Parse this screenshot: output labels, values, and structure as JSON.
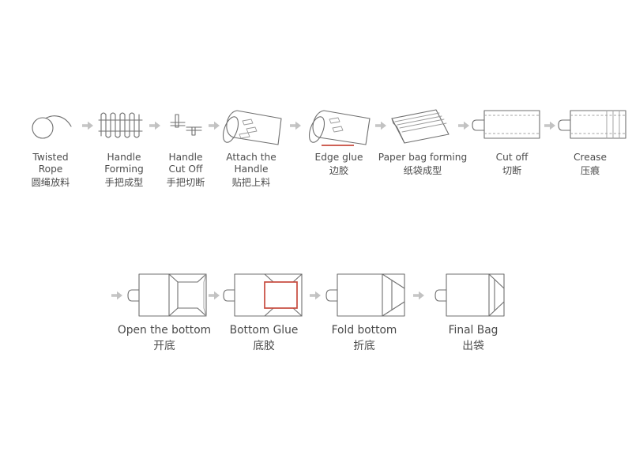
{
  "row1": [
    {
      "id": "twisted-rope",
      "en": [
        "Twisted",
        "Rope"
      ],
      "zh": "圆绳放料"
    },
    {
      "id": "handle-forming",
      "en": [
        "Handle",
        "Forming"
      ],
      "zh": "手把成型"
    },
    {
      "id": "handle-cut-off",
      "en": [
        "Handle",
        "Cut Off"
      ],
      "zh": "手把切断"
    },
    {
      "id": "attach-handle",
      "en": [
        "Attach the",
        "Handle"
      ],
      "zh": "贴把上料"
    },
    {
      "id": "edge-glue",
      "en": [
        "Edge glue"
      ],
      "zh": "边胶"
    },
    {
      "id": "paper-bag-forming",
      "en": [
        "Paper bag forming"
      ],
      "zh": "纸袋成型"
    },
    {
      "id": "cut-off",
      "en": [
        "Cut off"
      ],
      "zh": "切断"
    },
    {
      "id": "crease",
      "en": [
        "Crease"
      ],
      "zh": "压痕"
    }
  ],
  "row2": [
    {
      "id": "open-bottom",
      "en": [
        "Open the bottom"
      ],
      "zh": "开底"
    },
    {
      "id": "bottom-glue",
      "en": [
        "Bottom Glue"
      ],
      "zh": "底胶"
    },
    {
      "id": "fold-bottom",
      "en": [
        "Fold bottom"
      ],
      "zh": "折底"
    },
    {
      "id": "final-bag",
      "en": [
        "Final Bag"
      ],
      "zh": "出袋"
    }
  ],
  "colors": {
    "line": "#6f6f6f",
    "dashed_line": "#a3a3a3",
    "glue_highlight": "#c74a3d",
    "arrow": "#c2c2c2",
    "text": "#4d4d4d"
  }
}
